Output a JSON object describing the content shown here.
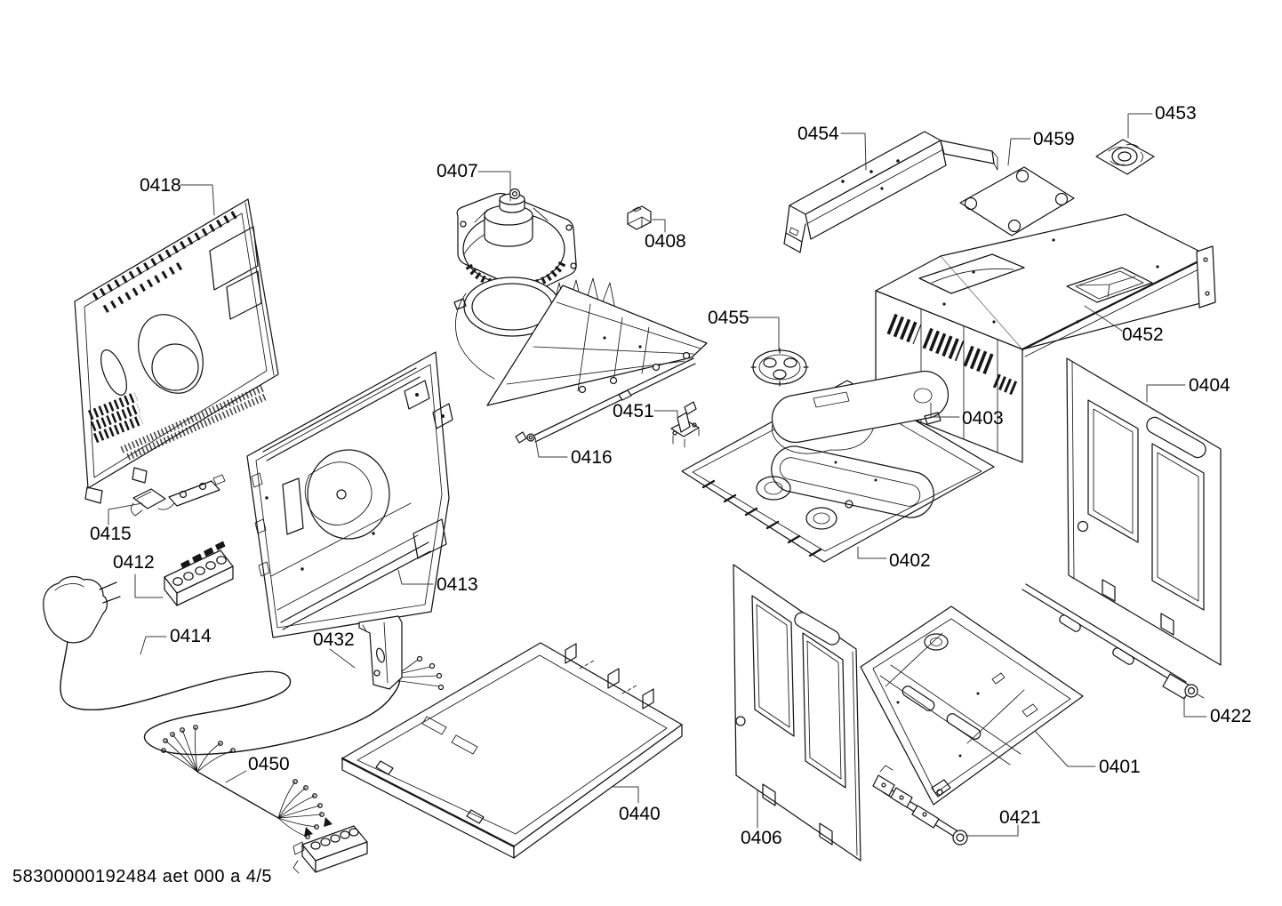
{
  "diagram": {
    "footer": {
      "text": "58300000192484 aet 000 a 4/5",
      "document_number": "58300000192484",
      "revision_code": "aet 000 a",
      "page": "4/5"
    },
    "parts": {
      "0401": {
        "label": "0401"
      },
      "0402": {
        "label": "0402"
      },
      "0403": {
        "label": "0403"
      },
      "0404": {
        "label": "0404"
      },
      "0406": {
        "label": "0406"
      },
      "0407": {
        "label": "0407"
      },
      "0408": {
        "label": "0408"
      },
      "0412": {
        "label": "0412"
      },
      "0413": {
        "label": "0413"
      },
      "0414": {
        "label": "0414"
      },
      "0415": {
        "label": "0415"
      },
      "0416": {
        "label": "0416"
      },
      "0418": {
        "label": "0418"
      },
      "0421": {
        "label": "0421"
      },
      "0422": {
        "label": "0422"
      },
      "0432": {
        "label": "0432"
      },
      "0440": {
        "label": "0440"
      },
      "0450": {
        "label": "0450"
      },
      "0451": {
        "label": "0451"
      },
      "0452": {
        "label": "0452"
      },
      "0453": {
        "label": "0453"
      },
      "0454": {
        "label": "0454"
      },
      "0455": {
        "label": "0455"
      },
      "0459": {
        "label": "0459"
      }
    }
  }
}
